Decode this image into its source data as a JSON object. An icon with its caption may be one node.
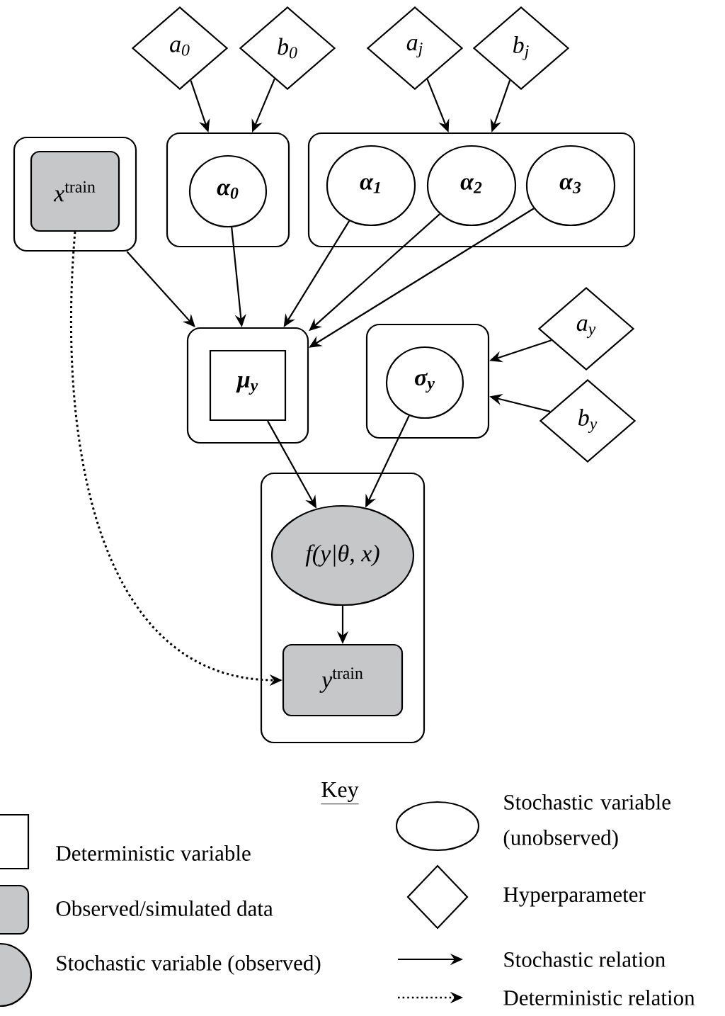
{
  "diagram": {
    "nodes": [
      {
        "text": [
          "a$_{0}$"
        ]
      },
      {
        "text": [
          "b$_{0}$"
        ]
      },
      {
        "text": [
          "a$_{j}$"
        ]
      },
      {
        "text": [
          "b$_{j}$"
        ]
      },
      {
        "text": [],
        "shape": "box"
      },
      {
        "text": [
          "*x*$^{train}$"
        ],
        "in": 4
      },
      {
        "text": [],
        "shape": "box"
      },
      {
        "text": [
          "α$_{0}$"
        ],
        "in": 6
      },
      {
        "text": [],
        "shape": "box"
      },
      {
        "text": [
          "α$_{1}$"
        ],
        "in": 8
      },
      {
        "text": [
          "α$_{2}$"
        ],
        "in": 8
      },
      {
        "text": [
          "α$_{3}$"
        ],
        "in": 8
      },
      {
        "text": [],
        "shape": "box"
      },
      {
        "text": [
          "μ$_{y}$"
        ],
        "in": 12
      },
      {
        "text": [],
        "shape": "box"
      },
      {
        "text": [
          "σ$_{y}$"
        ],
        "in": 14
      },
      {
        "text": [
          "a$_{y}$"
        ]
      },
      {
        "text": [
          "b$_{y}$"
        ]
      },
      {
        "text": [],
        "shape": "box"
      },
      {
        "text": [
          "f(y|θ, x)"
        ],
        "in": 18
      },
      {
        "text": [
          "*y*$^{train}$"
        ],
        "in": 18
      }
    ],
    "edges": [
      {
        "from": 0,
        "to": 6,
        "arrow": "to"
      },
      {
        "from": 1,
        "to": 6,
        "arrow": "to"
      },
      {
        "from": 2,
        "to": 8,
        "arrow": "to"
      },
      {
        "from": 3,
        "to": 8,
        "arrow": "to"
      },
      {
        "from": 4,
        "to": 12,
        "arrow": "to"
      },
      {
        "from": 7,
        "to": 12,
        "arrow": "to"
      },
      {
        "from": 9,
        "to": 12,
        "arrow": "to"
      },
      {
        "from": 10,
        "to": 12,
        "arrow": "to"
      },
      {
        "from": 11,
        "to": 12,
        "arrow": "to"
      },
      {
        "from": 16,
        "to": 14,
        "arrow": "to"
      },
      {
        "from": 17,
        "to": 14,
        "arrow": "to"
      },
      {
        "from": 13,
        "to": 19,
        "arrow": "to"
      },
      {
        "from": 15,
        "to": 19,
        "arrow": "to"
      },
      {
        "from": 19,
        "to": 20,
        "arrow": "to"
      },
      {
        "from": 5,
        "to": 20,
        "arrow": "to",
        "style": "dashed"
      }
    ],
    "labels": [
      "Key"
    ],
    "legend": [
      {
        "text": "Deterministic variable"
      },
      {
        "text": "Observed/simulated data"
      },
      {
        "text": "Stochastic variable (observed)"
      },
      {
        "text": "Stochastic variable (unobserved)"
      },
      {
        "text": "Hyperparameter"
      },
      {
        "text": "Stochastic relation"
      },
      {
        "text": "Deterministic relation"
      }
    ]
  }
}
